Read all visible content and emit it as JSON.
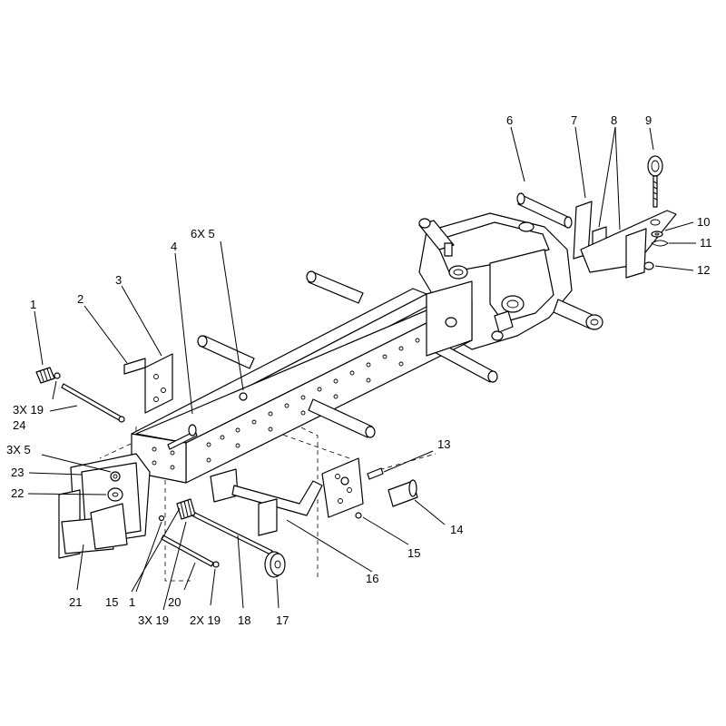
{
  "callouts": [
    {
      "key": "c1a",
      "text": "1"
    },
    {
      "key": "c2",
      "text": "2"
    },
    {
      "key": "c3",
      "text": "3"
    },
    {
      "key": "c4",
      "text": "4"
    },
    {
      "key": "c6x5",
      "text": "6X 5"
    },
    {
      "key": "c6",
      "text": "6"
    },
    {
      "key": "c7",
      "text": "7"
    },
    {
      "key": "c8",
      "text": "8"
    },
    {
      "key": "c9",
      "text": "9"
    },
    {
      "key": "c10",
      "text": "10"
    },
    {
      "key": "c11",
      "text": "11"
    },
    {
      "key": "c12",
      "text": "12"
    },
    {
      "key": "c3x19a",
      "text": "3X 19"
    },
    {
      "key": "c24",
      "text": "24"
    },
    {
      "key": "c3x5",
      "text": "3X 5"
    },
    {
      "key": "c23",
      "text": "23"
    },
    {
      "key": "c22",
      "text": "22"
    },
    {
      "key": "c13",
      "text": "13"
    },
    {
      "key": "c14",
      "text": "14"
    },
    {
      "key": "c15a",
      "text": "15"
    },
    {
      "key": "c16",
      "text": "16"
    },
    {
      "key": "c21",
      "text": "21"
    },
    {
      "key": "c15b",
      "text": "15"
    },
    {
      "key": "c1b",
      "text": "1"
    },
    {
      "key": "c3x19b",
      "text": "3X 19"
    },
    {
      "key": "c20",
      "text": "20"
    },
    {
      "key": "c2x19",
      "text": "2X 19"
    },
    {
      "key": "c18",
      "text": "18"
    },
    {
      "key": "c17",
      "text": "17"
    }
  ]
}
